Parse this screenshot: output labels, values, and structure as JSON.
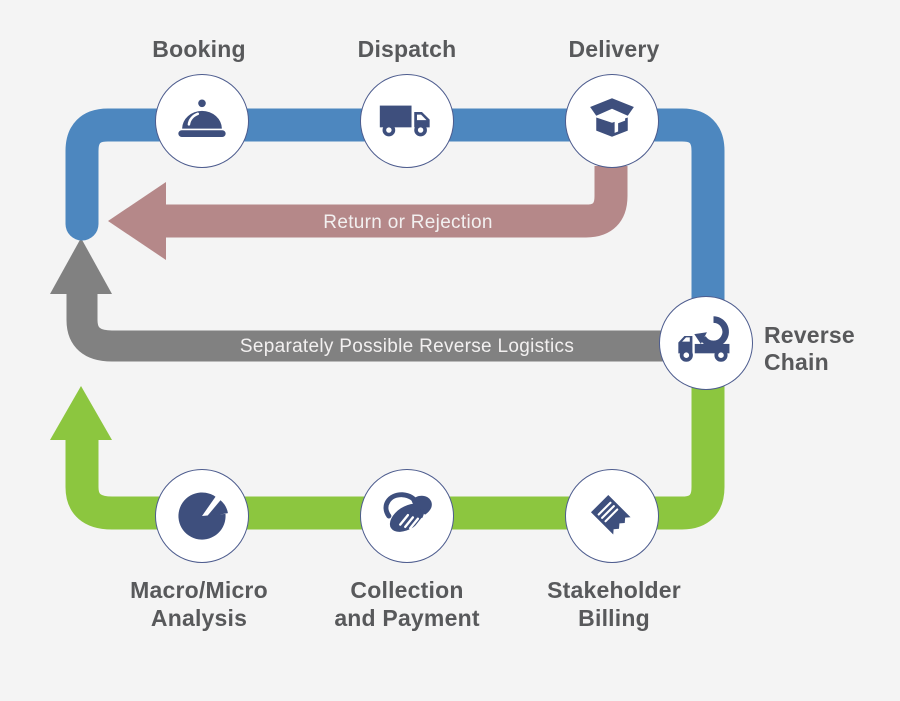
{
  "diagram": {
    "title": "logistics-forward-and-reverse-chain-flow",
    "background_color": "#f4f4f4",
    "colors": {
      "forward_chain_blue": "#4d87bf",
      "return_rose": "#b58889",
      "reverse_logistics_gray": "#818181",
      "billing_chain_green": "#8cc63f",
      "icon_navy": "#3e4f7d",
      "circle_border": "#4d5c8e",
      "node_label_text": "#58595b",
      "flow_label_text": "#f2f0f0"
    },
    "nodes": [
      {
        "id": "booking",
        "label": "Booking",
        "icon": "cloche-icon"
      },
      {
        "id": "dispatch",
        "label": "Dispatch",
        "icon": "delivery-truck-icon"
      },
      {
        "id": "delivery",
        "label": "Delivery",
        "icon": "open-box-icon"
      },
      {
        "id": "reverse-chain",
        "label_line1": "Reverse",
        "label_line2": "Chain",
        "icon": "reverse-truck-icon"
      },
      {
        "id": "macro-micro-analysis",
        "label_line1": "Macro/Micro",
        "label_line2": "Analysis",
        "icon": "pie-chart-icon"
      },
      {
        "id": "collection-and-payment",
        "label_line1": "Collection",
        "label_line2": "and Payment",
        "icon": "handshake-icon"
      },
      {
        "id": "stakeholder-billing",
        "label_line1": "Stakeholder",
        "label_line2": "Billing",
        "icon": "receipt-icon"
      }
    ],
    "flows": [
      {
        "id": "return-flow",
        "label": "Return or Rejection"
      },
      {
        "id": "reverse-logistics-flow",
        "label": "Separately Possible Reverse Logistics"
      }
    ]
  }
}
